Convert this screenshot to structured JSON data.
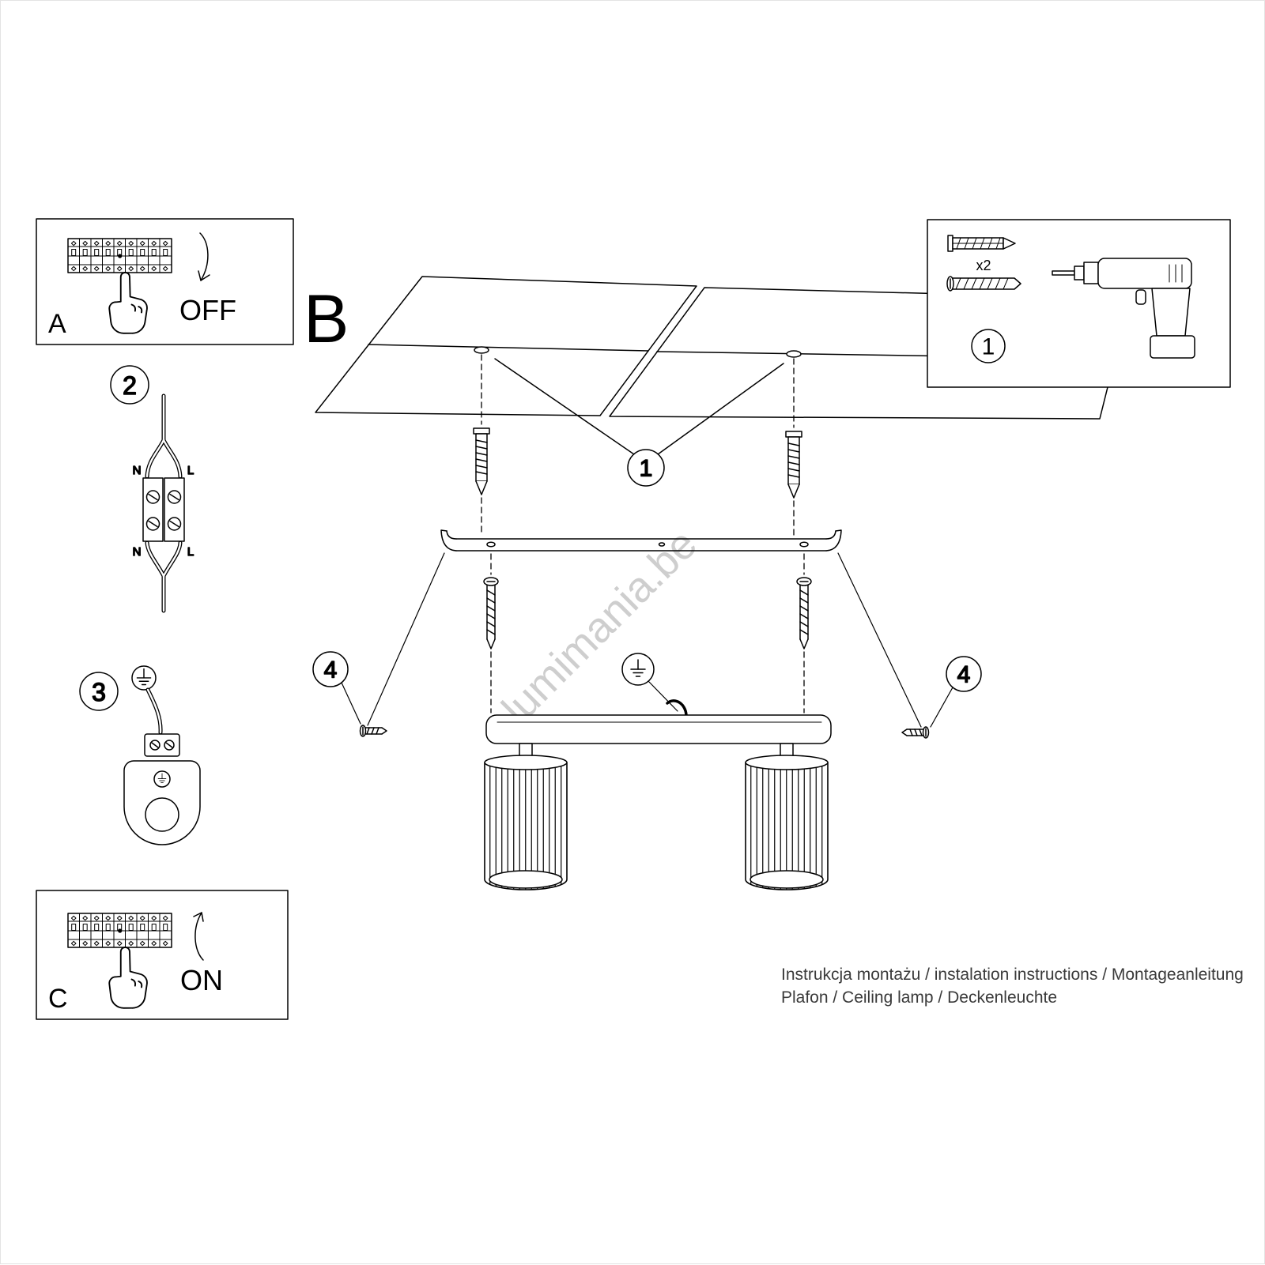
{
  "watermark": "lumimania.be",
  "steps": {
    "a_label": "A",
    "b_label": "B",
    "c_label": "C",
    "off_label": "OFF",
    "on_label": "ON"
  },
  "callouts": {
    "anchor_ref": "1",
    "wiring_ref": "2",
    "ground_ref": "3",
    "side_screw_ref": "4"
  },
  "parts_box": {
    "number": "1",
    "dowel_qty": "x2"
  },
  "wiring": {
    "neutral_top": "N",
    "live_top": "L",
    "neutral_bottom": "N",
    "live_bottom": "L"
  },
  "footer": {
    "line1": "Instrukcja montażu / instalation instructions / Montageanleitung",
    "line2": "Plafon / Ceiling lamp / Deckenleuchte"
  },
  "colors": {
    "line": "#000000",
    "watermark": "#c9c9c9",
    "background": "#ffffff"
  }
}
